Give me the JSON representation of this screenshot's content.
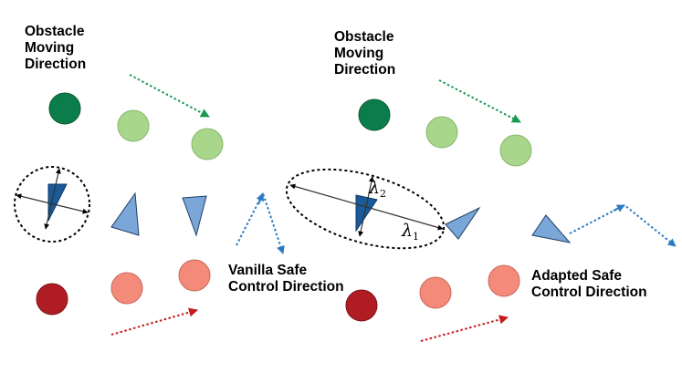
{
  "left_panel": {
    "obstacle_label": [
      "Obstacle",
      "Moving",
      "Direction"
    ],
    "control_label": [
      "Vanilla Safe",
      "Control Direction"
    ]
  },
  "right_panel": {
    "obstacle_label": [
      "Obstacle",
      "Moving",
      "Direction"
    ],
    "control_label": [
      "Adapted Safe",
      "Control Direction"
    ],
    "lambda_1": {
      "symbol": "λ",
      "subscript": "1"
    },
    "lambda_2": {
      "symbol": "λ",
      "subscript": "2"
    }
  },
  "colors": {
    "obstacle_dark_green": "#0b7d4a",
    "obstacle_light_green": "#a8d68b",
    "agent_dark_blue": "#1a5a99",
    "agent_light_blue": "#7aa6d8",
    "hazard_dark_red": "#b01c24",
    "hazard_light_red": "#f48a7a",
    "green_arrow": "#1a9a50",
    "red_arrow": "#c8191d",
    "blue_arrow": "#2b7bc4"
  }
}
